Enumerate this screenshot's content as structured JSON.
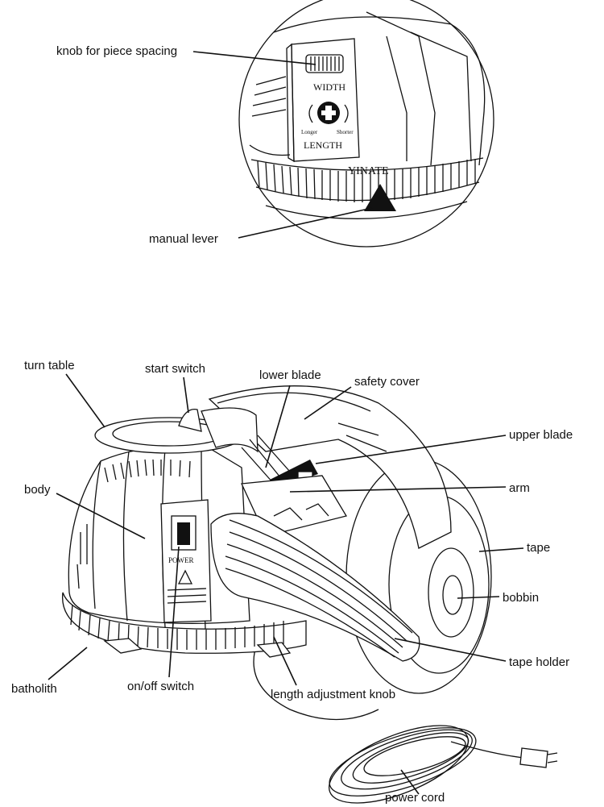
{
  "labels": {
    "knob_spacing": "knob for piece spacing",
    "manual_lever": "manual lever",
    "turn_table": "turn table",
    "start_switch": "start switch",
    "lower_blade": "lower blade",
    "safety_cover": "safety cover",
    "upper_blade": "upper blade",
    "body": "body",
    "arm": "arm",
    "tape": "tape",
    "bobbin": "bobbin",
    "tape_holder": "tape holder",
    "batholith": "batholith",
    "on_off_switch": "on/off switch",
    "length_knob": "length adjustment knob",
    "power_cord": "power cord"
  },
  "device_text": {
    "width": "WIDTH",
    "length": "LENGTH",
    "brand": "YINATE",
    "power": "POWER",
    "longer": "Longer",
    "shorter": "Shorter"
  },
  "colors": {
    "ink": "#111111",
    "background": "#ffffff"
  }
}
